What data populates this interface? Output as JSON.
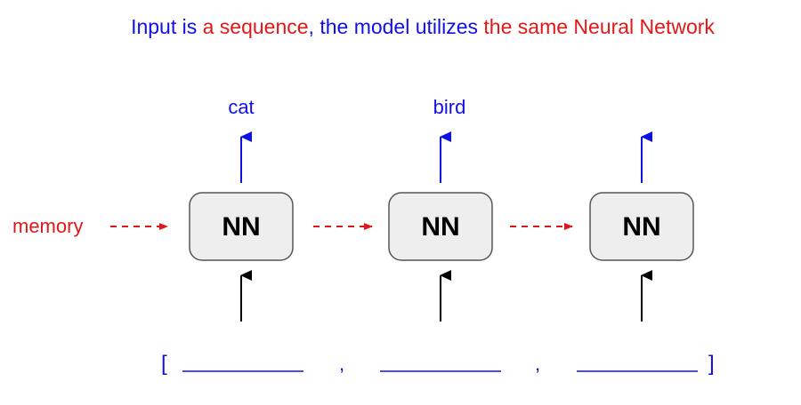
{
  "title": {
    "part1": "Input is ",
    "part2": "a sequence",
    "part3": ", the model utilizes ",
    "part4": "the same Neural Network"
  },
  "memory_label": "memory",
  "nodes": [
    {
      "label": "NN",
      "output": "cat"
    },
    {
      "label": "NN",
      "output": "bird"
    },
    {
      "label": "NN",
      "output": ""
    }
  ],
  "input_sequence": {
    "open_bracket": "[",
    "close_bracket": "]",
    "separators": [
      ",",
      ","
    ]
  },
  "colors": {
    "blue": "#1010e6",
    "red": "#e01818",
    "node_fill": "#eeeeee",
    "node_stroke": "#555555",
    "black": "#000000"
  }
}
